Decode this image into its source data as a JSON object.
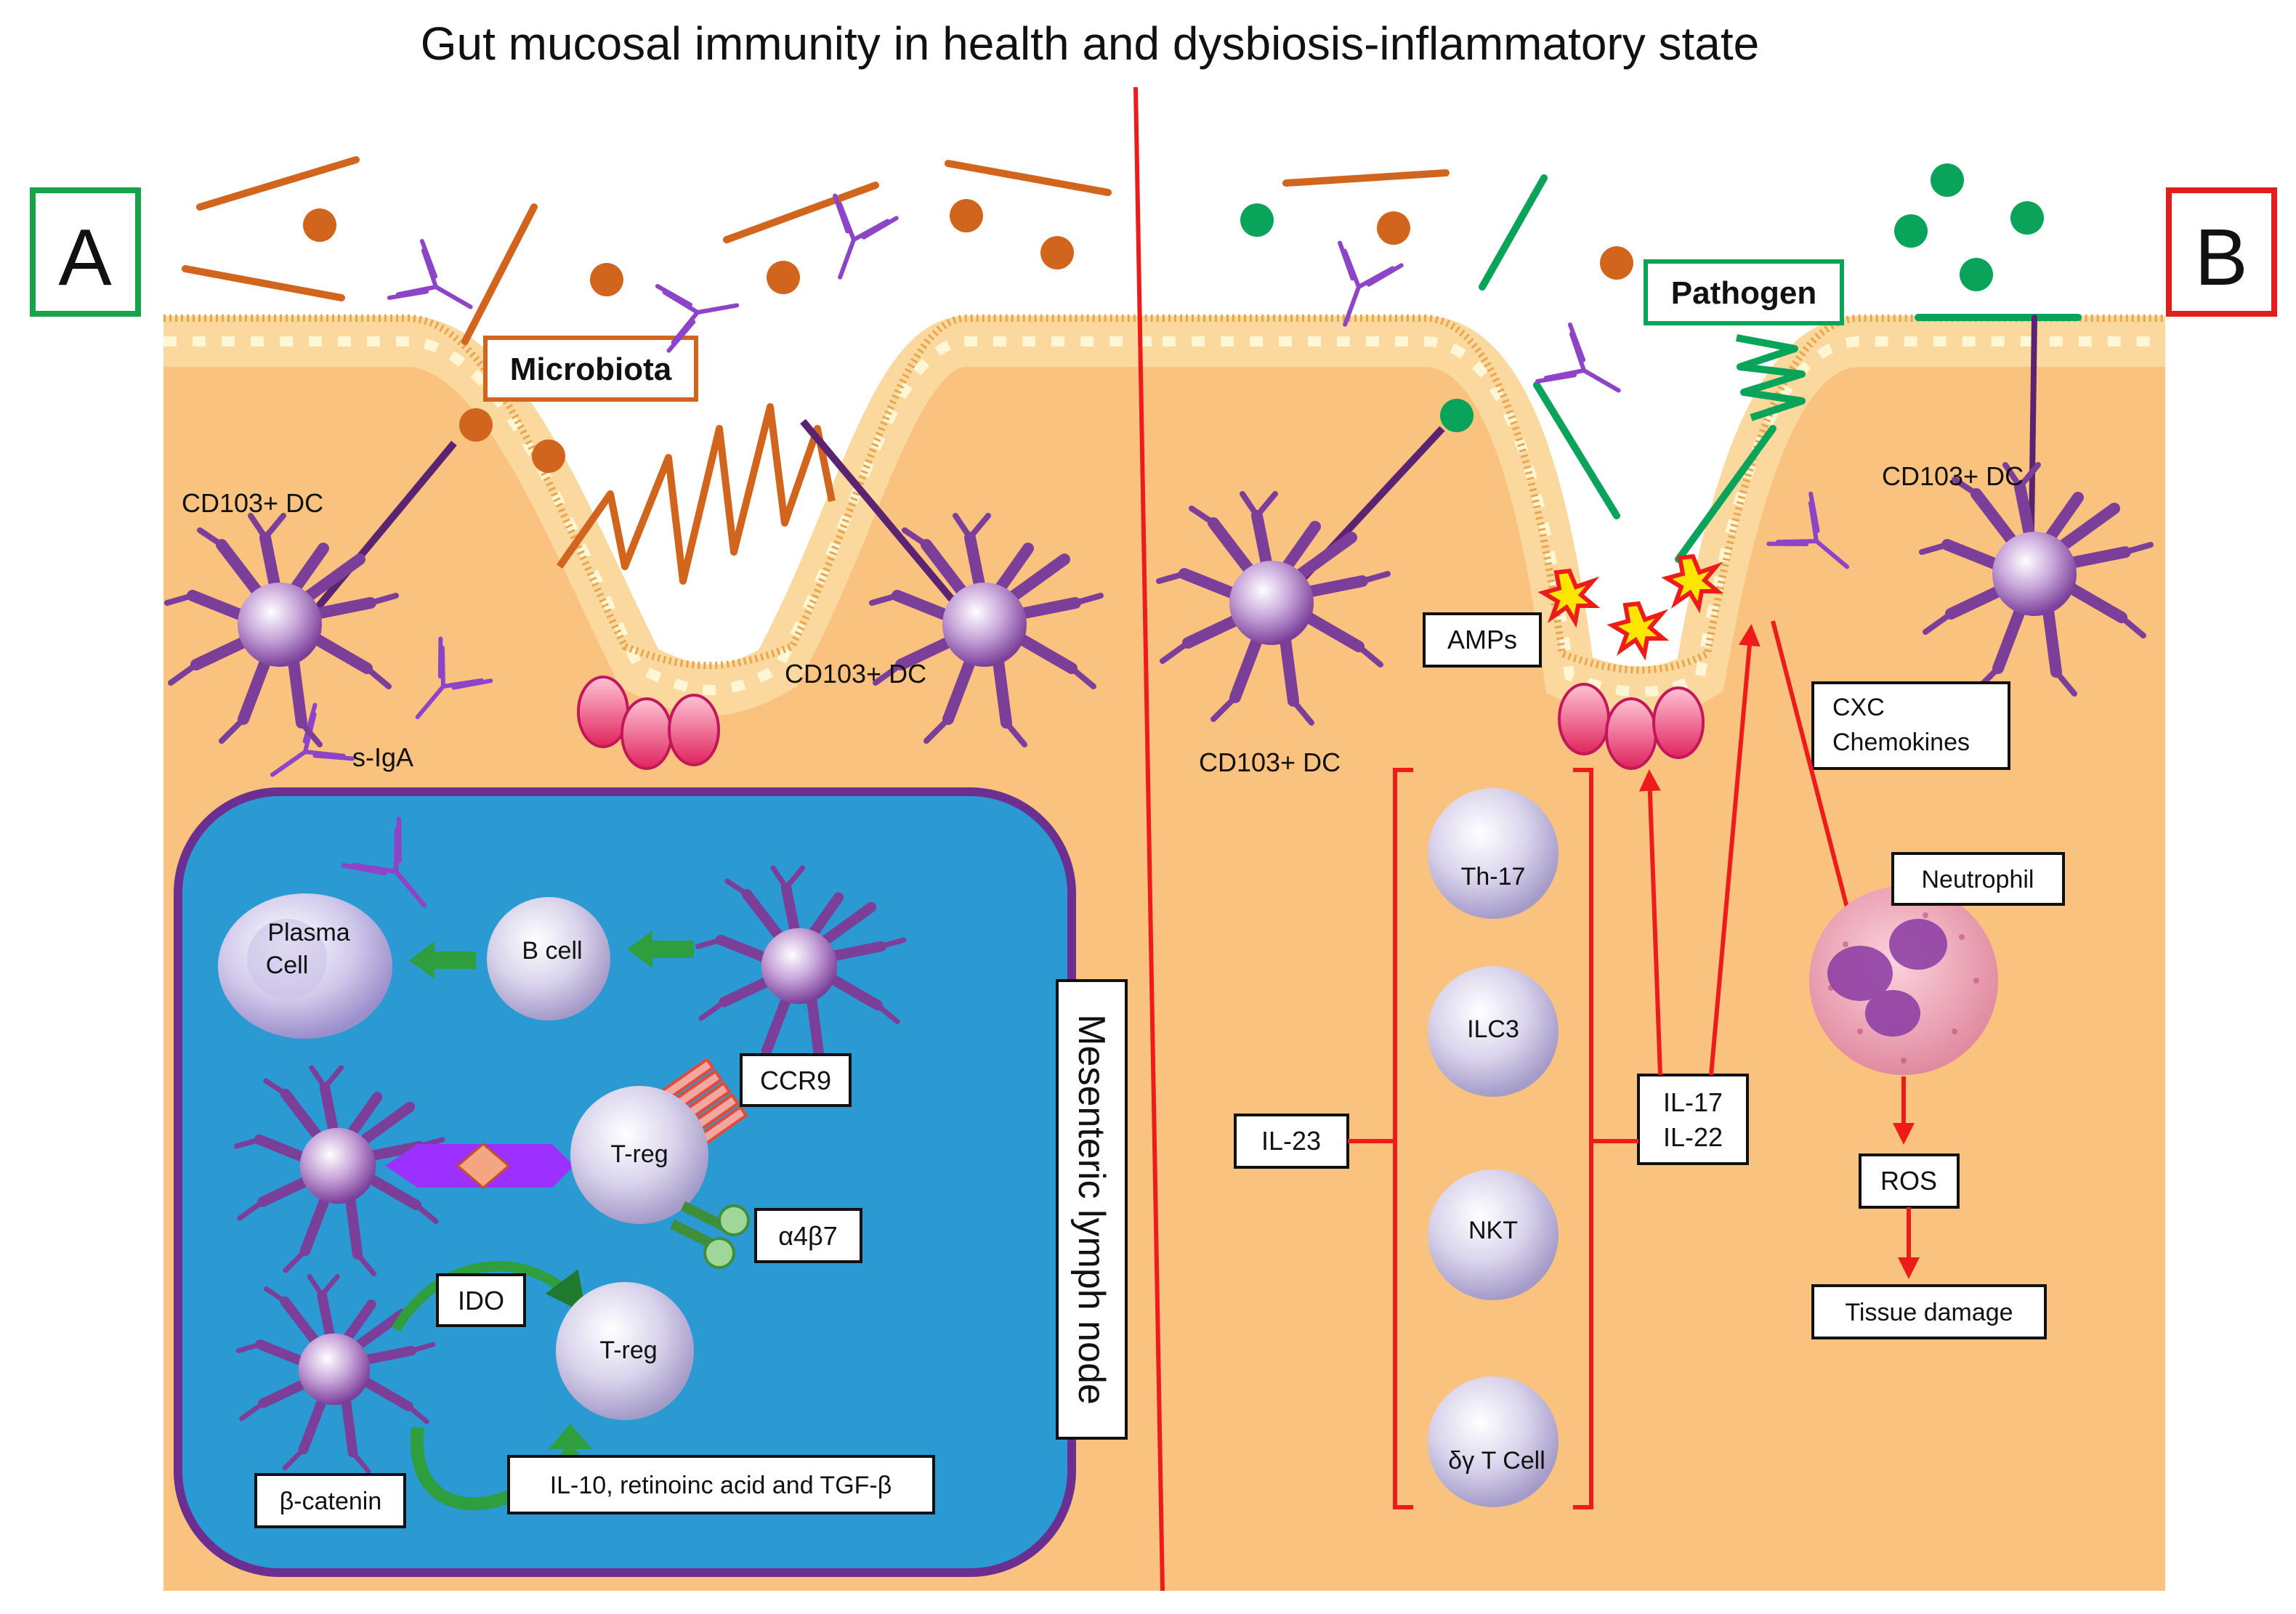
{
  "title": "Gut mucosal immunity in health and dysbiosis-inflammatory state",
  "panel_a": {
    "letter": "A",
    "microbiota_label": "Microbiota",
    "dc_label": "CD103+ DC",
    "siga_label": "s-IgA",
    "lymph_node_label": "Mesenteric lymph node",
    "plasma_cell_label_1": "Plasma",
    "plasma_cell_label_2": "Cell",
    "b_cell_label": "B cell",
    "treg_label": "T-reg",
    "ccr9_label": "CCR9",
    "a4b7_label": "α4β7",
    "ido_label": "IDO",
    "beta_catenin_label": "β-catenin",
    "il10_label": "IL-10, retinoinc acid and TGF-β"
  },
  "panel_b": {
    "letter": "B",
    "pathogen_label": "Pathogen",
    "dc_label": "CD103+ DC",
    "amps_label": "AMPs",
    "cxc_label_1": "CXC",
    "cxc_label_2": "Chemokines",
    "neutrophil_label": "Neutrophil",
    "il23_label": "IL-23",
    "il17_label": "IL-17",
    "il22_label": "IL-22",
    "ros_label": "ROS",
    "tissue_damage_label": "Tissue damage",
    "cells": [
      "Th-17",
      "ILC3",
      "NKT",
      "δγ T Cell"
    ]
  },
  "colors": {
    "tissue": "#f9c27f",
    "epithelium": "#fbd89e",
    "lymph_node": "#2b9ad3",
    "microbiota": "#d2651d",
    "pathogen": "#0aa35a",
    "antibody": "#8e44c7",
    "panel_a_frame": "#16a34a",
    "panel_b_frame": "#e11d1d",
    "arrow_red": "#ee1b1b",
    "arrow_green": "#2e9e3e"
  }
}
